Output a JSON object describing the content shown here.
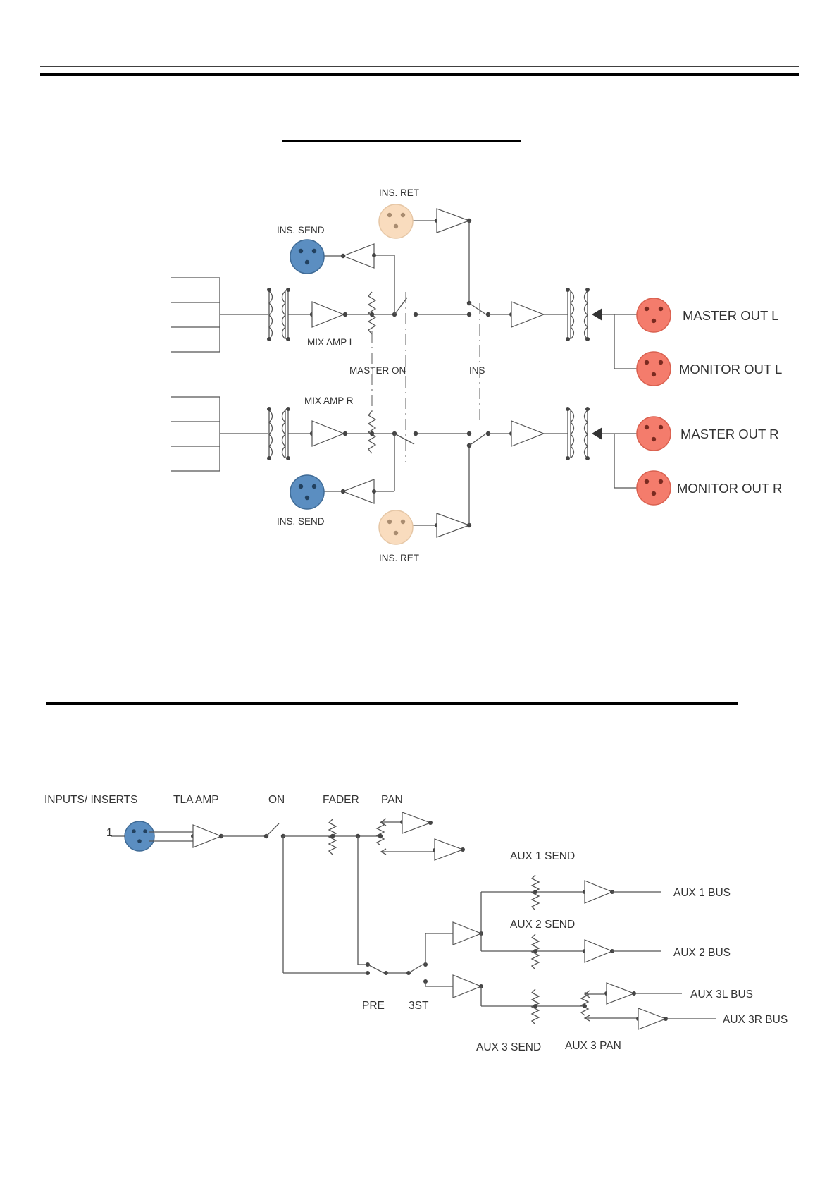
{
  "master_section": {
    "ins_ret_top": "INS. RET",
    "ins_send_top": "INS. SEND",
    "mix_amp_l": "MIX AMP L",
    "master_on": "MASTER ON",
    "ins": "INS",
    "mix_amp_r": "MIX AMP R",
    "ins_send_bottom": "INS. SEND",
    "ins_ret_bottom": "INS. RET",
    "master_out_l": "MASTER OUT L",
    "monitor_out_l": "MONITOR OUT L",
    "master_out_r": "MASTER OUT R",
    "monitor_out_r": "MONITOR OUT R"
  },
  "channel_section": {
    "inputs_inserts": "INPUTS/ INSERTS",
    "input_number": "1",
    "tla_amp": "TLA AMP",
    "on": "ON",
    "fader": "FADER",
    "pan": "PAN",
    "aux1_send": "AUX 1 SEND",
    "aux1_bus": "AUX 1 BUS",
    "aux2_send": "AUX 2 SEND",
    "aux2_bus": "AUX 2 BUS",
    "pre": "PRE",
    "st3": "3ST",
    "aux3l_bus": "AUX 3L BUS",
    "aux3r_bus": "AUX 3R BUS",
    "aux3_send": "AUX 3 SEND",
    "aux3_pan": "AUX 3 PAN"
  },
  "colors": {
    "ins_send_connector": "#5b8ec1",
    "ins_ret_connector": "#f9dcbe",
    "output_connector": "#f47c6c",
    "input_connector": "#5b8ec1"
  }
}
